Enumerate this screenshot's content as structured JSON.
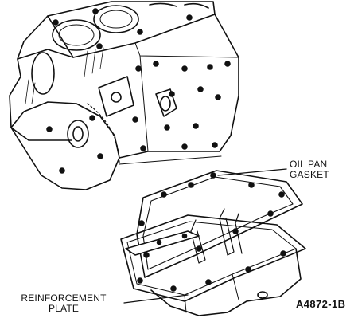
{
  "diagram": {
    "callouts": {
      "gasket": {
        "line1": "OIL PAN",
        "line2": "GASKET"
      },
      "plate": {
        "line1": "REINFORCEMENT",
        "line2": "PLATE"
      }
    },
    "figure_code": "A4872-1B"
  }
}
